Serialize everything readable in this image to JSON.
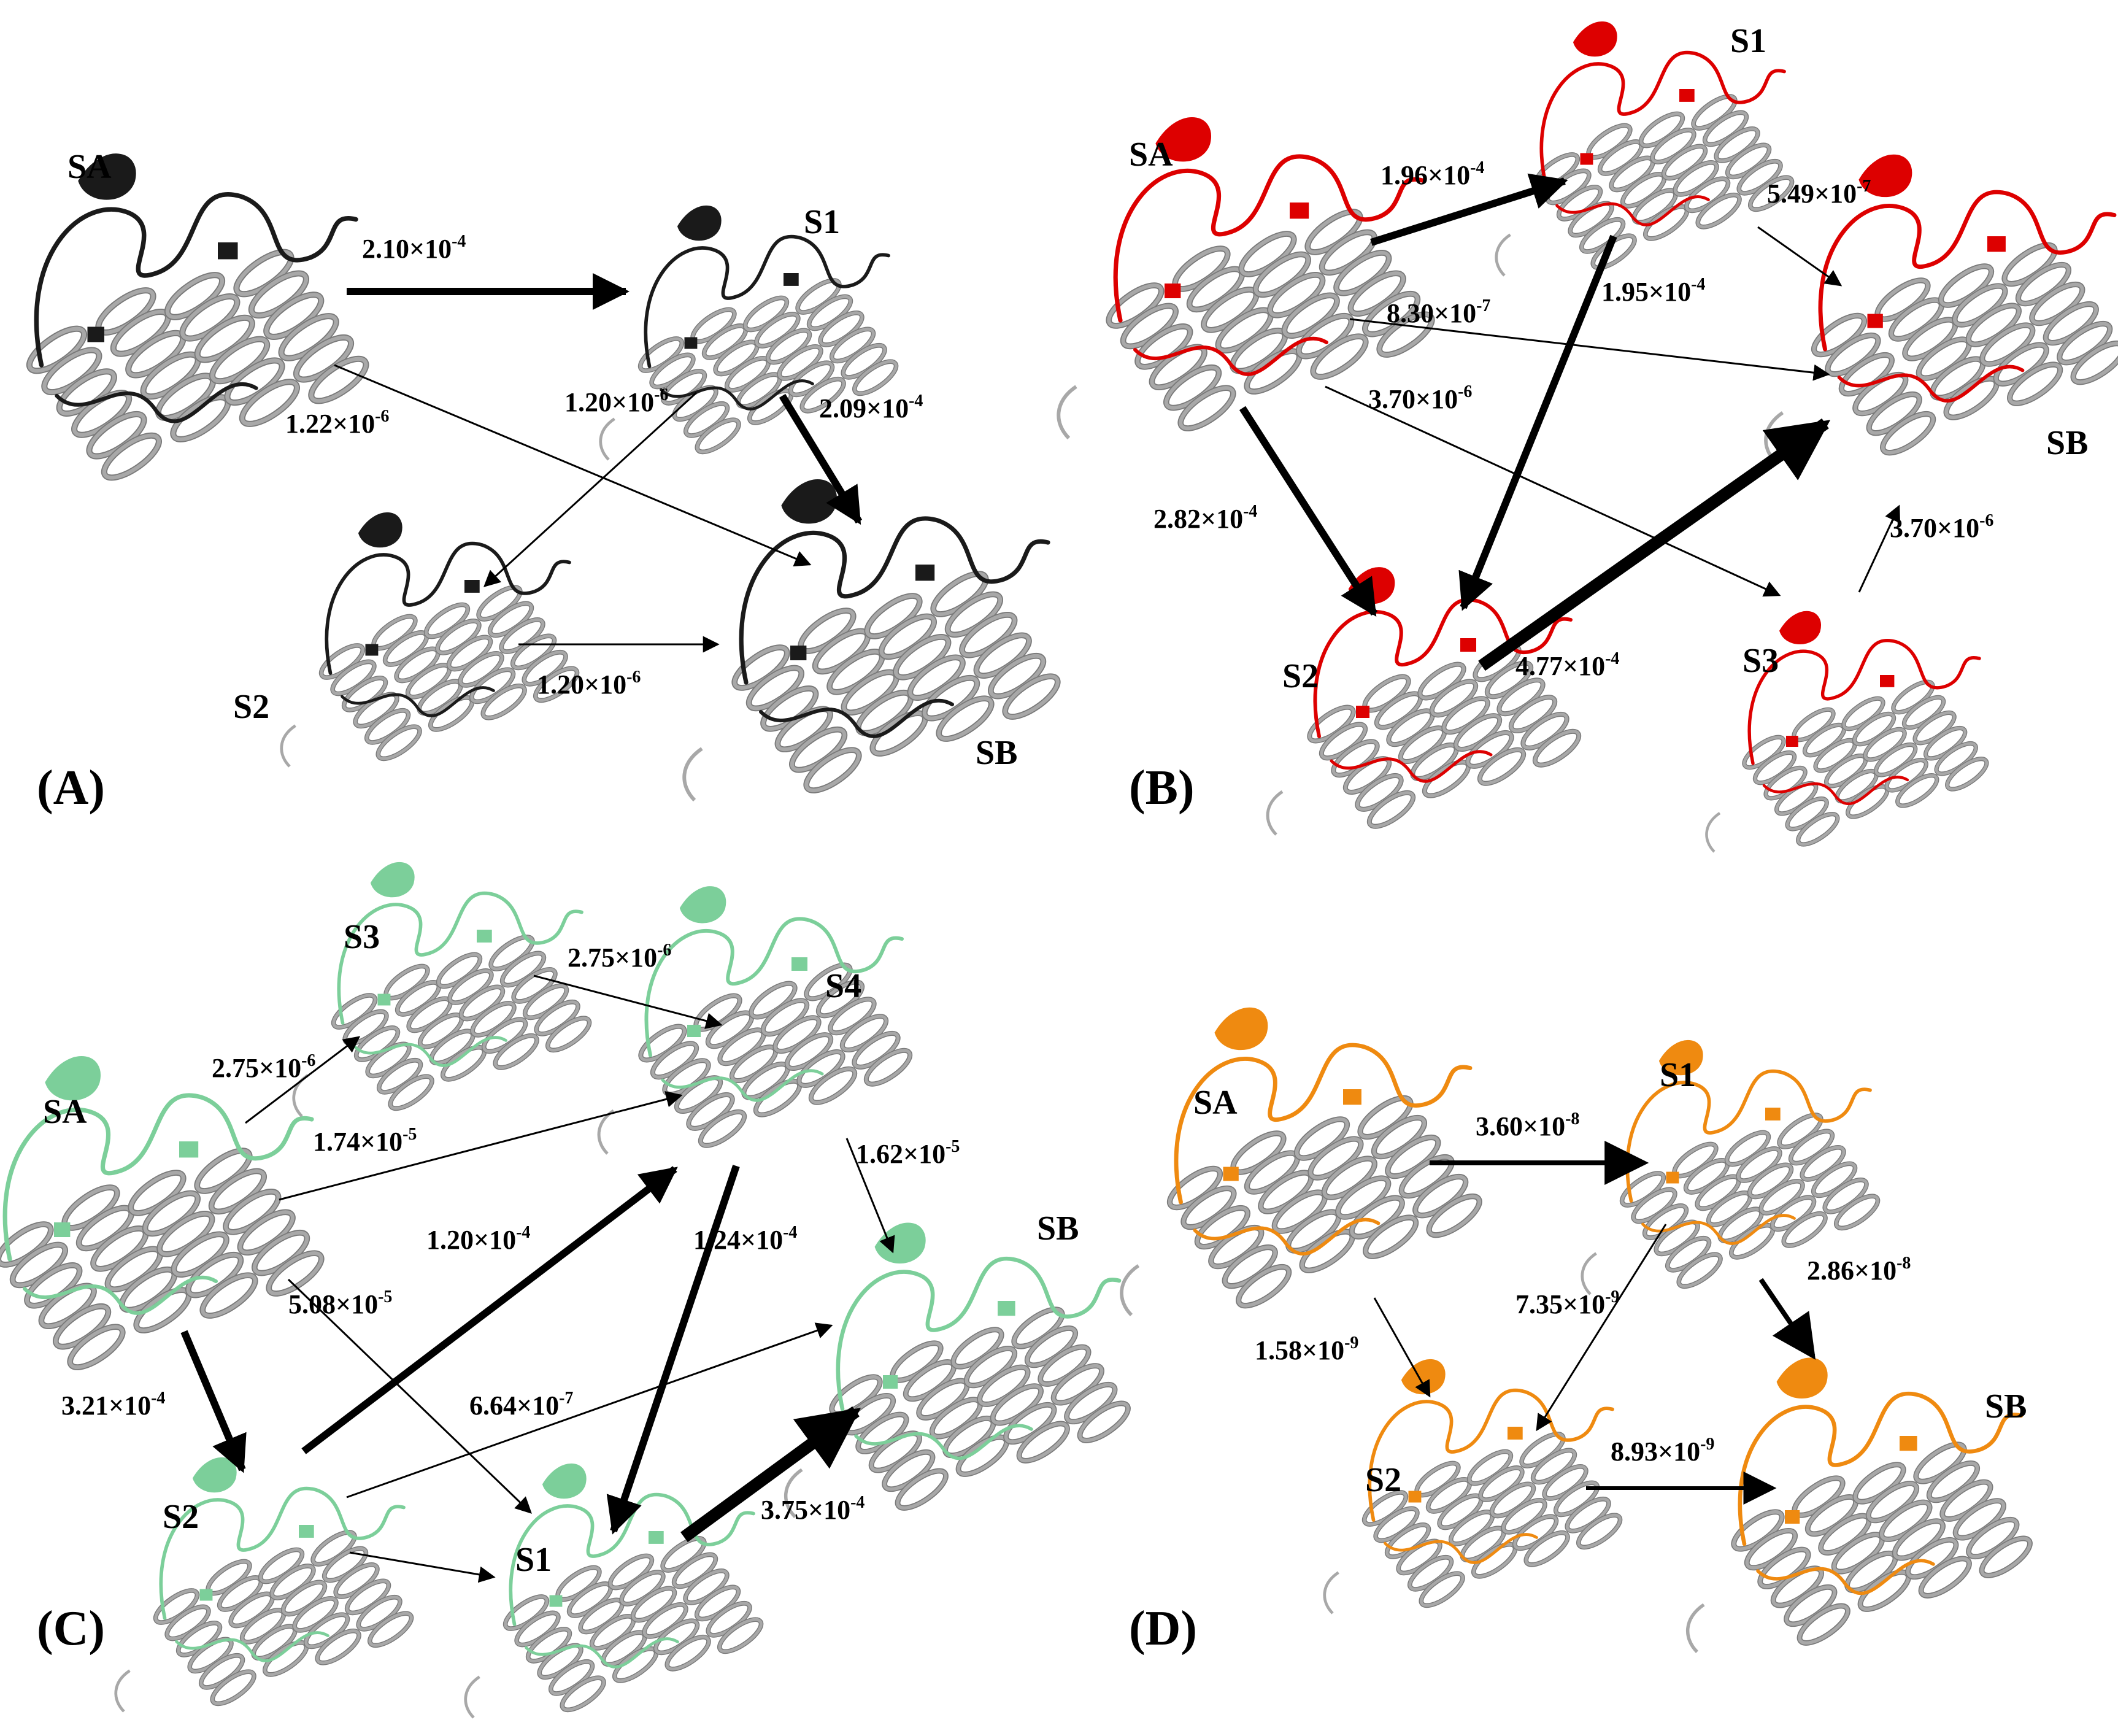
{
  "colors": {
    "A": "#1a1a1a",
    "B": "#dd0000",
    "C": "#7ccf9a",
    "D": "#ef8a10",
    "helix": "#a8a8a8",
    "helix_dark": "#7a7a7a",
    "arrow": "#000000",
    "background": "#ffffff"
  },
  "panels": [
    {
      "id": "A",
      "label": "(A)",
      "color_key": "A",
      "states": {
        "SA": "SA",
        "S1": "S1",
        "S2": "S2",
        "SB": "SB"
      },
      "transitions": [
        {
          "from": "SA",
          "to": "S1",
          "mantissa": "2.10×10",
          "exponent": "-4"
        },
        {
          "from": "SA",
          "to": "SB",
          "mantissa": "1.22×10",
          "exponent": "-6"
        },
        {
          "from": "S1",
          "to": "S2",
          "mantissa": "1.20×10",
          "exponent": "-6"
        },
        {
          "from": "S1",
          "to": "SB",
          "mantissa": "2.09×10",
          "exponent": "-4"
        },
        {
          "from": "S2",
          "to": "SB",
          "mantissa": "1.20×10",
          "exponent": "-6"
        }
      ]
    },
    {
      "id": "B",
      "label": "(B)",
      "color_key": "B",
      "states": {
        "SA": "SA",
        "S1": "S1",
        "S2": "S2",
        "S3": "S3",
        "SB": "SB"
      },
      "transitions": [
        {
          "from": "SA",
          "to": "S1",
          "mantissa": "1.96×10",
          "exponent": "-4"
        },
        {
          "from": "S1",
          "to": "SB",
          "mantissa": "5.49×10",
          "exponent": "-7"
        },
        {
          "from": "S1",
          "to": "S2",
          "mantissa": "1.95×10",
          "exponent": "-4"
        },
        {
          "from": "SA",
          "to": "SB",
          "mantissa": "8.30×10",
          "exponent": "-7"
        },
        {
          "from": "SA",
          "to": "S3",
          "mantissa": "3.70×10",
          "exponent": "-6"
        },
        {
          "from": "SA",
          "to": "S2",
          "mantissa": "2.82×10",
          "exponent": "-4"
        },
        {
          "from": "S3",
          "to": "SB",
          "mantissa": "3.70×10",
          "exponent": "-6"
        },
        {
          "from": "S2",
          "to": "SB",
          "mantissa": "4.77×10",
          "exponent": "-4"
        }
      ]
    },
    {
      "id": "C",
      "label": "(C)",
      "color_key": "C",
      "states": {
        "SA": "SA",
        "S1": "S1",
        "S2": "S2",
        "S3": "S3",
        "S4": "S4",
        "SB": "SB"
      },
      "transitions": [
        {
          "from": "S3",
          "to": "S4",
          "mantissa": "2.75×10",
          "exponent": "-6"
        },
        {
          "from": "SA",
          "to": "S3",
          "mantissa": "2.75×10",
          "exponent": "-6"
        },
        {
          "from": "SA",
          "to": "S4",
          "mantissa": "1.74×10",
          "exponent": "-5"
        },
        {
          "from": "S4",
          "to": "SB",
          "mantissa": "1.62×10",
          "exponent": "-5"
        },
        {
          "from": "S2",
          "to": "S4",
          "mantissa": "1.20×10",
          "exponent": "-4"
        },
        {
          "from": "S4",
          "to": "S1",
          "mantissa": "1.24×10",
          "exponent": "-4"
        },
        {
          "from": "SA",
          "to": "S1",
          "mantissa": "5.08×10",
          "exponent": "-5"
        },
        {
          "from": "SA",
          "to": "S2",
          "mantissa": "3.21×10",
          "exponent": "-4"
        },
        {
          "from": "S2",
          "to": "SB",
          "mantissa": "6.64×10",
          "exponent": "-7"
        },
        {
          "from": "S1",
          "to": "SB",
          "mantissa": "3.75×10",
          "exponent": "-4"
        },
        {
          "from": "S2",
          "to": "S1",
          "mantissa": "",
          "exponent": ""
        }
      ]
    },
    {
      "id": "D",
      "label": "(D)",
      "color_key": "D",
      "states": {
        "SA": "SA",
        "S1": "S1",
        "S2": "S2",
        "SB": "SB"
      },
      "transitions": [
        {
          "from": "SA",
          "to": "S1",
          "mantissa": "3.60×10",
          "exponent": "-8"
        },
        {
          "from": "S1",
          "to": "S2",
          "mantissa": "7.35×10",
          "exponent": "-9"
        },
        {
          "from": "S1",
          "to": "SB",
          "mantissa": "2.86×10",
          "exponent": "-8"
        },
        {
          "from": "SA",
          "to": "S2",
          "mantissa": "1.58×10",
          "exponent": "-9"
        },
        {
          "from": "S2",
          "to": "SB",
          "mantissa": "8.93×10",
          "exponent": "-9"
        }
      ]
    }
  ]
}
